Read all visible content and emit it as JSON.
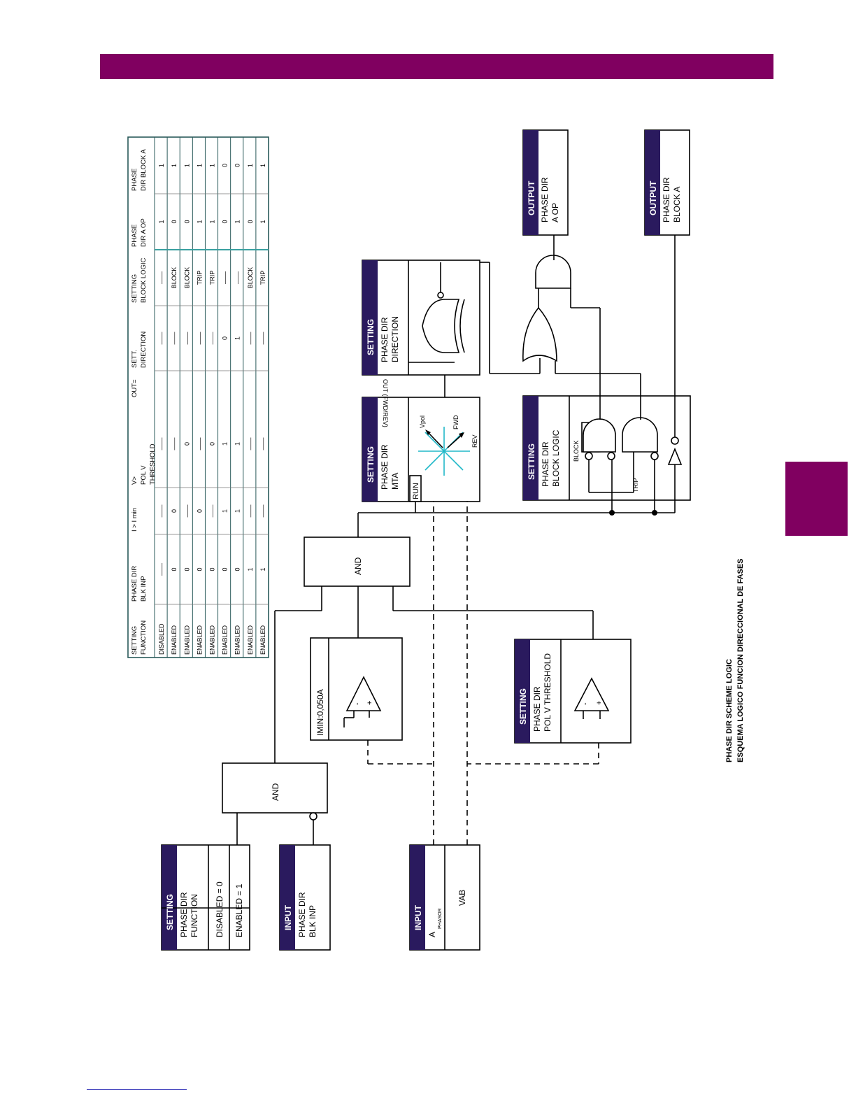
{
  "colors": {
    "brand": "#800060",
    "block_header": "#2a1a5e",
    "grid_teal": "#3aa0a0"
  },
  "table": {
    "headers": [
      [
        "SETTING",
        "FUNCTION"
      ],
      [
        "PHASE DIR",
        "BLK INP"
      ],
      [
        "I  >  I  min"
      ],
      [
        "V>",
        "POL V",
        "THRESHOLD"
      ],
      [
        "OUT="
      ],
      [
        "SETT.",
        "DIRECTION"
      ],
      [
        "SETTING",
        "BLOCK LOGIC"
      ],
      [
        "PHASE",
        "DIR A OP"
      ],
      [
        "PHASE",
        "DIR BLOCK A"
      ]
    ],
    "rows": [
      [
        "DISABLED",
        "——",
        "——",
        "——",
        "",
        "——",
        "——",
        "1",
        "1"
      ],
      [
        "ENABLED",
        "0",
        "0",
        "——",
        "",
        "——",
        "BLOCK",
        "0",
        "1"
      ],
      [
        "ENABLED",
        "0",
        "——",
        "0",
        "",
        "——",
        "BLOCK",
        "0",
        "1"
      ],
      [
        "ENABLED",
        "0",
        "0",
        "——",
        "",
        "——",
        "TRIP",
        "1",
        "1"
      ],
      [
        "ENABLED",
        "0",
        "——",
        "0",
        "",
        "——",
        "TRIP",
        "1",
        "1"
      ],
      [
        "ENABLED",
        "0",
        "1",
        "1",
        "",
        "0",
        "——",
        "0",
        "0"
      ],
      [
        "ENABLED",
        "0",
        "1",
        "1",
        "",
        "1",
        "——",
        "1",
        "0"
      ],
      [
        "ENABLED",
        "1",
        "——",
        "——",
        "",
        "——",
        "BLOCK",
        "0",
        "1"
      ],
      [
        "ENABLED",
        "1",
        "——",
        "——",
        "",
        "——",
        "TRIP",
        "1",
        "1"
      ]
    ]
  },
  "blocks": {
    "setting_function": {
      "header": "SETTING",
      "line1": "PHASE DIR",
      "line2": "FUNCTION",
      "opt1": "DISABLED = 0",
      "opt2": "ENABLED = 1"
    },
    "input_blk": {
      "header": "INPUT",
      "line1": "PHASE DIR",
      "line2": "BLK INP"
    },
    "input_phasor": {
      "header": "INPUT",
      "line1": "A",
      "sub": "PHASOR",
      "value": "VAB"
    },
    "imin": {
      "label": "IMIN:0,050A"
    },
    "polv": {
      "header": "SETTING",
      "line1": "PHASE DIR",
      "line2": "POL V THRESHOLD"
    },
    "mta": {
      "header": "SETTING",
      "line1": "PHASE DIR",
      "line2": "MTA",
      "run": "RUN",
      "vpol": "Vpol",
      "fwd": "FWD",
      "rev": "REV"
    },
    "direction": {
      "header": "SETTING",
      "line1": "PHASE DIR",
      "line2": "DIRECTION",
      "out": "OUT (FWD/REV)"
    },
    "block_logic": {
      "header": "SETTING",
      "line1": "PHASE DIR",
      "line2": "BLOCK LOGIC",
      "block": "BLOCK",
      "trip": "TRIP"
    },
    "out_op": {
      "header": "OUTPUT",
      "line1": "PHASE DIR",
      "line2": "A OP"
    },
    "out_block": {
      "header": "OUTPUT",
      "line1": "PHASE DIR",
      "line2": "BLOCK A"
    },
    "and1": {
      "label": "AND"
    },
    "and2": {
      "label": "AND"
    },
    "comp_minus": "-",
    "comp_plus": "+"
  },
  "caption": {
    "line1": "PHASE DIR SCHEME LOGIC",
    "line2": "ESQUEMA LOGICO FUNCION DIRECCIONAL DE FASES"
  }
}
